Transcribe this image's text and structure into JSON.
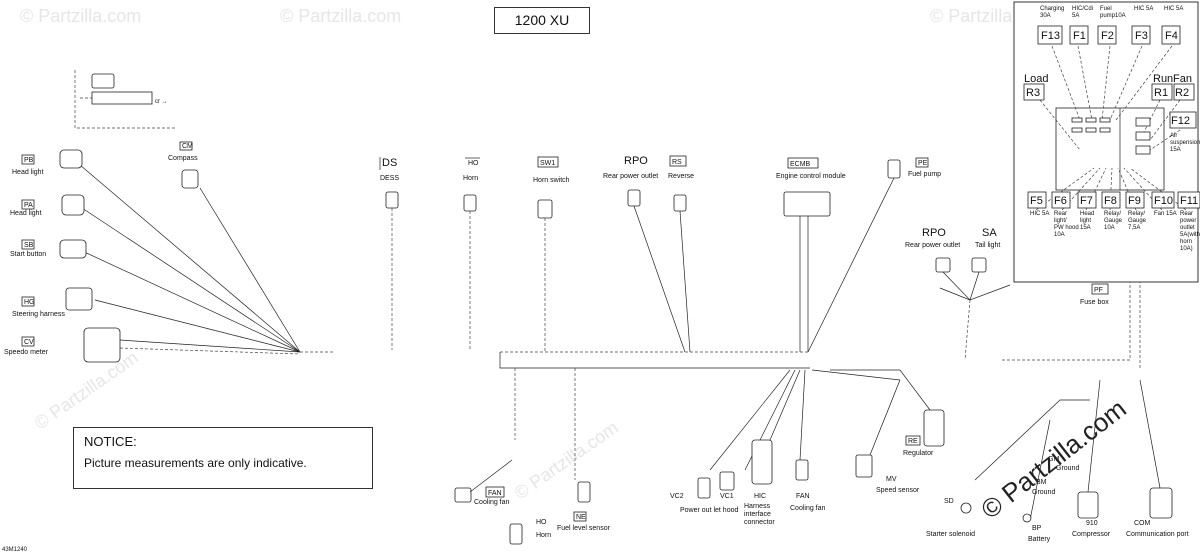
{
  "title": "1200 XU",
  "notice": {
    "heading": "NOTICE:",
    "text": "Picture measurements are only indicative."
  },
  "figure_id": "43M1240",
  "watermarks": [
    "© Partzilla.com",
    "© Partzilla.com",
    "© Partzilla.com",
    "© Partzilla.com",
    "© Partzilla.com"
  ],
  "brand_watermark": "© Partzilla.com",
  "components": {
    "cm": {
      "code": "CM",
      "label": "Compass"
    },
    "pb": {
      "code": "PB",
      "label": "Head light"
    },
    "pa": {
      "code": "PA",
      "label": "Head light"
    },
    "sb": {
      "code": "SB",
      "label": "Start button"
    },
    "hg": {
      "code": "HG",
      "label": "Steering harness"
    },
    "cv": {
      "code": "CV",
      "label": "Speedo meter"
    },
    "ds": {
      "code": "DS",
      "label": "DESS"
    },
    "ho": {
      "code": "HO",
      "label": "Horn"
    },
    "sw1": {
      "code": "SW1",
      "label": "Horn switch"
    },
    "rpo": {
      "code": "RPO",
      "label": "Rear power outlet"
    },
    "rs": {
      "code": "RS",
      "label": "Reverse"
    },
    "ecmb": {
      "code": "ECMB",
      "label": "Engine control module"
    },
    "pe": {
      "code": "PE",
      "label": "Fuel pump"
    },
    "rpo2": {
      "code": "RPO",
      "label": "Rear power outlet"
    },
    "sa": {
      "code": "SA",
      "label": "Tail light"
    },
    "pf": {
      "code": "PF",
      "label": "Fuse box"
    },
    "re": {
      "code": "RE",
      "label": "Regulator"
    },
    "mv": {
      "code": "MV",
      "label": "Speed sensor"
    },
    "sd": {
      "code": "SD",
      "label": "Starter solenoid"
    },
    "bp": {
      "code": "BP",
      "label": "Battery"
    },
    "gm": {
      "code": "GM",
      "label": "Ground"
    },
    "bm": {
      "code": "BM",
      "label": "Ground"
    },
    "comp": {
      "code": "910",
      "label": "Compressor"
    },
    "com": {
      "code": "COM",
      "label": "Communication port"
    },
    "fan1": {
      "code": "FAN",
      "label": "Cooling fan"
    },
    "ho2": {
      "code": "HO",
      "label": "Horn"
    },
    "ne": {
      "code": "NE",
      "label": "Fuel level sensor"
    },
    "vc2": {
      "code": "VC2",
      "label": ""
    },
    "vc1": {
      "code": "VC1",
      "label": "Power out let hood"
    },
    "hic": {
      "code": "HIC",
      "label": "Harness interface connector"
    },
    "fan2": {
      "code": "FAN",
      "label": "Cooling fan"
    }
  },
  "fuse_box": {
    "top_fuses": [
      {
        "id": "F13",
        "rating": "Charging 30A"
      },
      {
        "id": "F1",
        "rating": "HIC/Cdi 5A"
      },
      {
        "id": "F2",
        "rating": "Fuel pump10A"
      },
      {
        "id": "F3",
        "rating": "HIC 5A"
      },
      {
        "id": "F4",
        "rating": "HIC 5A"
      }
    ],
    "relays": [
      {
        "id": "R3",
        "name": "Load"
      },
      {
        "id": "R1",
        "name": "Run"
      },
      {
        "id": "R2",
        "name": "Fan"
      }
    ],
    "f12": {
      "id": "F12",
      "rating": "Air suspension 15A"
    },
    "bottom_fuses": [
      {
        "id": "F5",
        "rating": "HIC 5A"
      },
      {
        "id": "F6",
        "rating": "Rear light/ PW hood 10A"
      },
      {
        "id": "F7",
        "rating": "Head light 15A"
      },
      {
        "id": "F8",
        "rating": "Relay/ Gauge 10A"
      },
      {
        "id": "F9",
        "rating": "Relay/ Gauge 7,5A"
      },
      {
        "id": "F10",
        "rating": "Fan 15A"
      },
      {
        "id": "F11",
        "rating": "Rear power outlet 5A(with horn 10A)"
      }
    ]
  }
}
